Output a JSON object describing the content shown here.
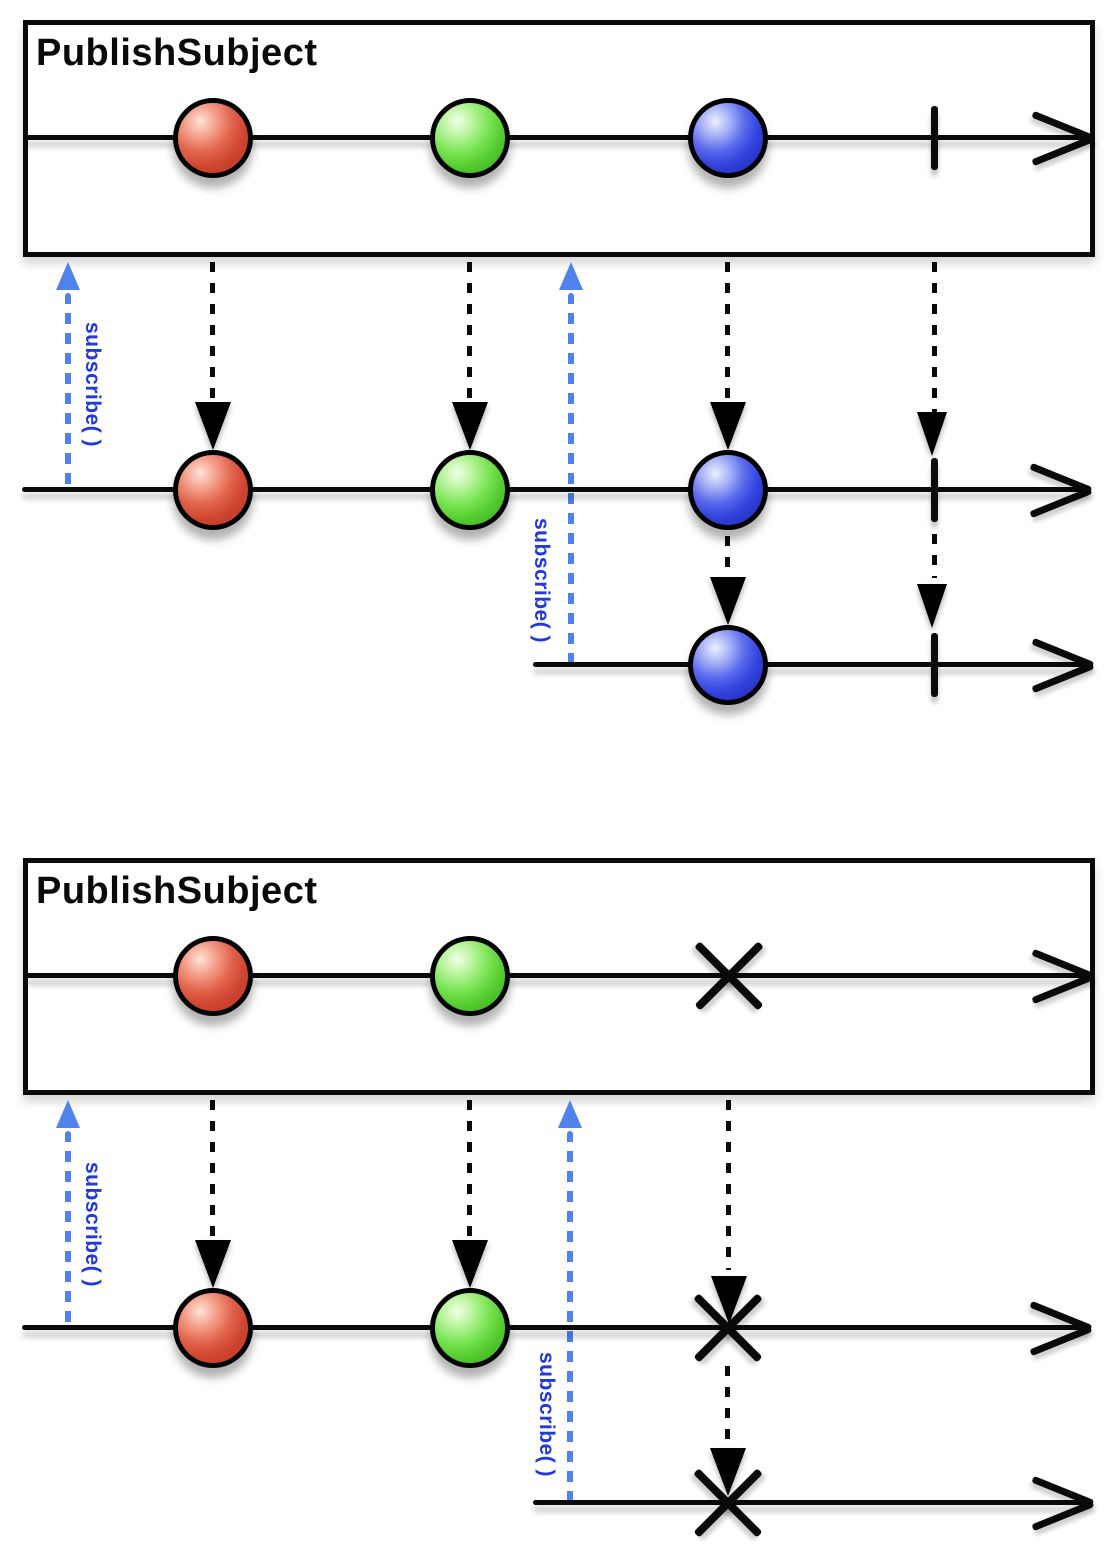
{
  "diagram": {
    "type": "rx-marble-diagram",
    "colors": {
      "marble_red": "#d94f38",
      "marble_green": "#62d83b",
      "marble_blue": "#4056e8",
      "subscribe_arrow": "#4f82ec",
      "subscribe_text": "#2038e0",
      "line": "#0a0a0a",
      "background": "#ffffff"
    },
    "panels": [
      {
        "title": "PublishSubject",
        "source_timeline": {
          "events": [
            "red-marble",
            "green-marble",
            "blue-marble"
          ],
          "terminal": "complete"
        },
        "subscribers": [
          {
            "label": "subscribe( )",
            "subscribes": "at-start",
            "receives": [
              "red-marble",
              "green-marble",
              "blue-marble",
              "complete"
            ]
          },
          {
            "label": "subscribe( )",
            "subscribes": "after-green-marble",
            "receives": [
              "blue-marble",
              "complete"
            ]
          }
        ]
      },
      {
        "title": "PublishSubject",
        "source_timeline": {
          "events": [
            "red-marble",
            "green-marble"
          ],
          "terminal": "error"
        },
        "subscribers": [
          {
            "label": "subscribe( )",
            "subscribes": "at-start",
            "receives": [
              "red-marble",
              "green-marble",
              "error"
            ]
          },
          {
            "label": "subscribe( )",
            "subscribes": "after-green-marble",
            "receives": [
              "error"
            ]
          }
        ]
      }
    ]
  }
}
